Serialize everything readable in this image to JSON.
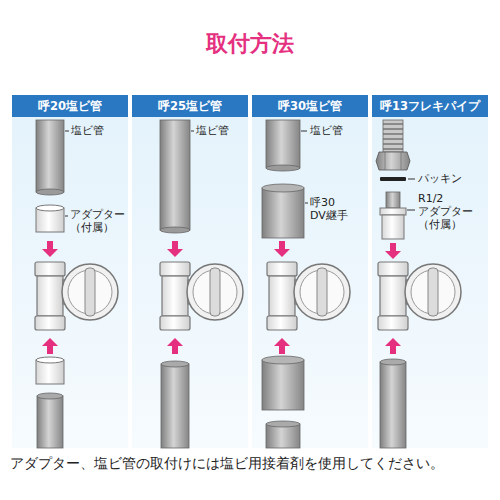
{
  "diagram": {
    "title": "取付方法",
    "caption": "アダプター、塩ビ管の取付けには塩ビ用接着剤を使用してください。",
    "nodes": [
      {
        "text": [
          "呼20塩ビ管"
        ]
      },
      {
        "text": [
          "呼25塩ビ管"
        ]
      },
      {
        "text": [
          "呼30塩ビ管"
        ]
      },
      {
        "text": [
          "呼13フレキパイプ"
        ]
      }
    ],
    "labels": [
      "塩ビ管",
      "アダプター （付属）",
      "塩ビ管",
      "塩ビ管",
      "呼30 DV継手",
      "パッキン",
      "R1/2 アダプター （付属）"
    ]
  }
}
